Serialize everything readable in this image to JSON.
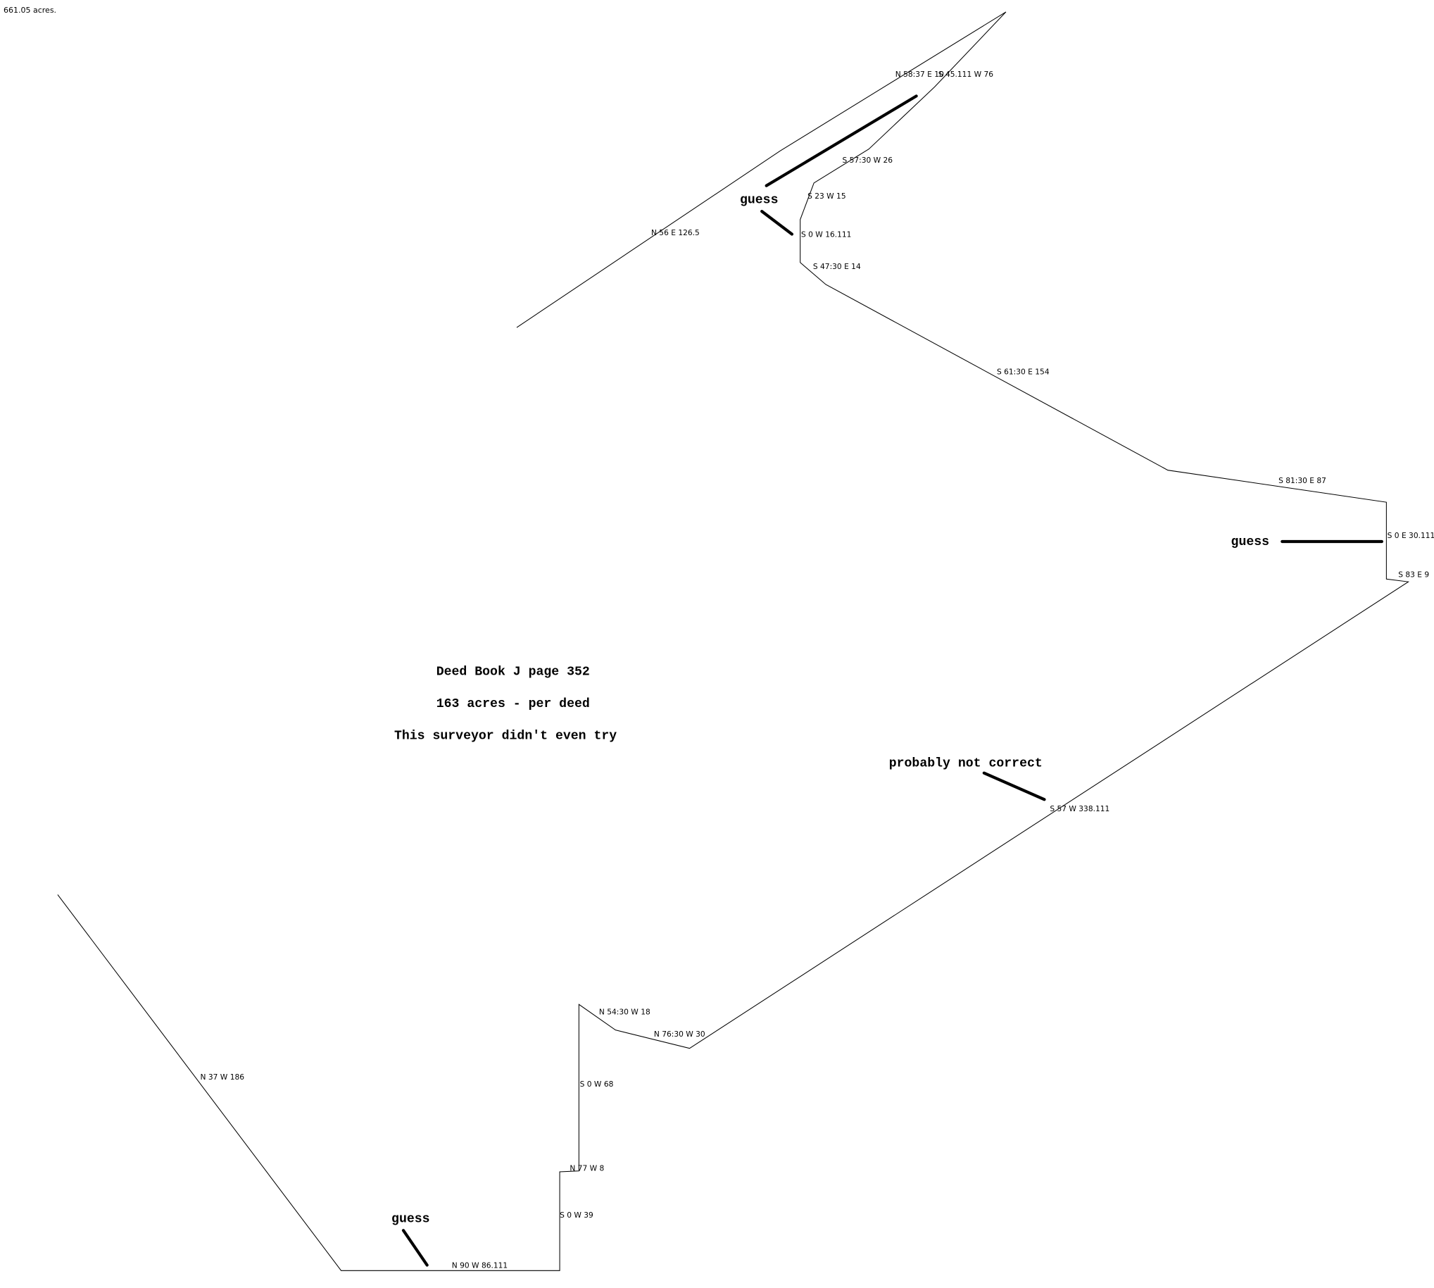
{
  "area_text": "661.05 acres.",
  "notes": {
    "title": "Deed Book J page 352",
    "acres": "163 acres - per deed",
    "comment": "This surveyor didn't even try",
    "guess": "guess",
    "probably": "probably not correct"
  },
  "calls": [
    "N 56 E 126.5",
    "N 58:37 E 10",
    "S 45.111 W 76",
    "S 57:30 W 26",
    "S 23 W 15",
    "S 0 W 16.111",
    "S 47:30 E 14",
    "S 61:30 E 154",
    "S 81:30 E 87",
    "S 0 E 30.111",
    "S 83 E 9",
    "S 57 W 338.111",
    "N 76:30 W 30",
    "N 54:30 W 18",
    "S 0 W 68",
    "N 77 W 8",
    "S 0 W 39",
    "N 90 W 86.111",
    "N 37 W 186"
  ]
}
